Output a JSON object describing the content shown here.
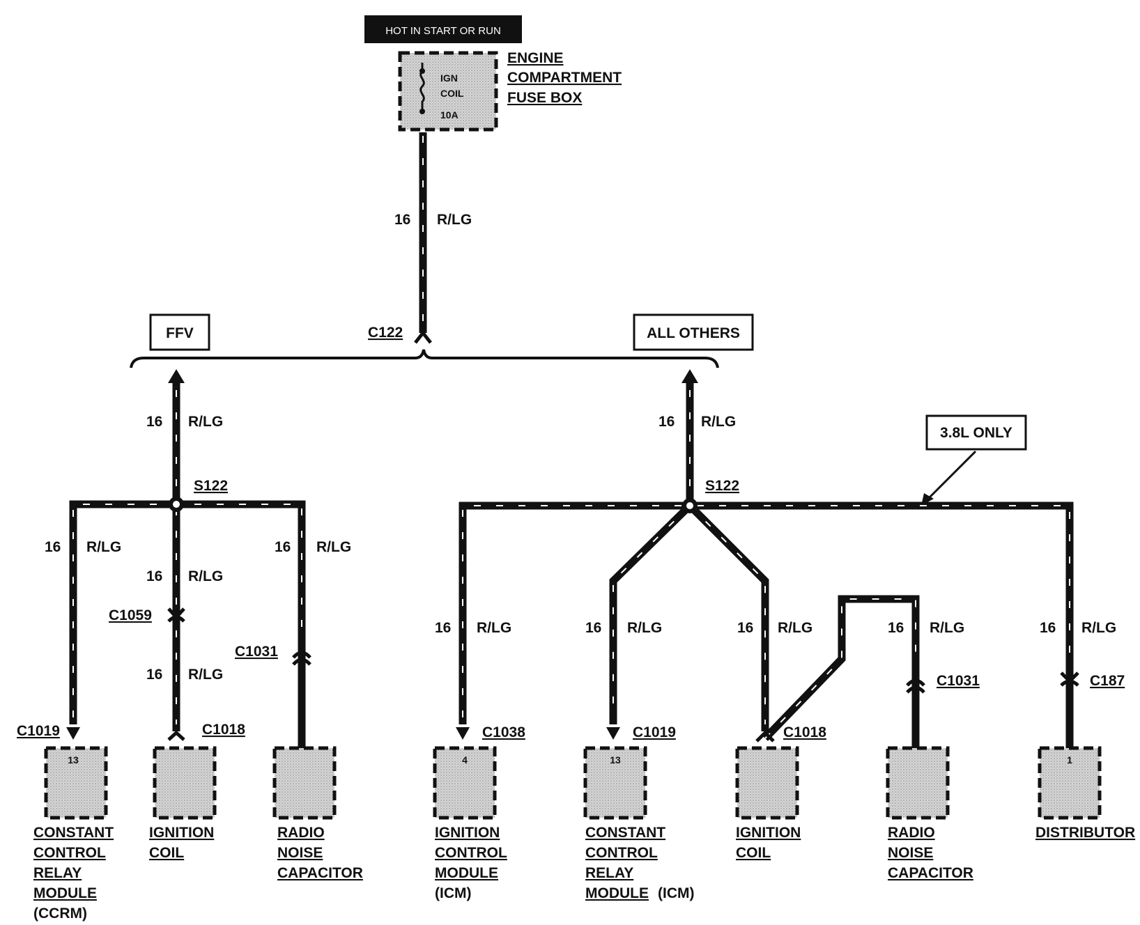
{
  "header_label": "HOT IN START OR RUN",
  "fuse": {
    "name": "IGN COIL",
    "line1": "IGN",
    "line2": "COIL",
    "rating": "10A"
  },
  "fuse_box": {
    "line1": "ENGINE",
    "line2": "COMPARTMENT",
    "line3": "FUSE BOX"
  },
  "wire": {
    "gauge": "16",
    "color": "R/LG"
  },
  "connectors": {
    "c122": "C122",
    "c1059": "C1059",
    "c1031": "C1031",
    "c1019": "C1019",
    "c1018": "C1018",
    "c1038": "C1038",
    "c187": "C187"
  },
  "splice": "S122",
  "tags": {
    "ffv": "FFV",
    "all_others": "ALL OTHERS",
    "only_38l": "3.8L ONLY"
  },
  "components": {
    "ccrm_left": {
      "pin": "13",
      "l1": "CONSTANT",
      "l2": "CONTROL",
      "l3": "RELAY",
      "l4": "MODULE",
      "l5": "(CCRM)"
    },
    "coil_left": {
      "l1": "IGNITION",
      "l2": "COIL"
    },
    "cap_left": {
      "l1": "RADIO",
      "l2": "NOISE",
      "l3": "CAPACITOR"
    },
    "icm": {
      "pin": "4",
      "l1": "IGNITION",
      "l2": "CONTROL",
      "l3": "MODULE",
      "l4": "(ICM)"
    },
    "ccrm_right": {
      "pin": "13",
      "l1": "CONSTANT",
      "l2": "CONTROL",
      "l3": "RELAY",
      "l4": "MODULE",
      "l4b": "(ICM)"
    },
    "coil_right": {
      "l1": "IGNITION",
      "l2": "COIL"
    },
    "cap_right": {
      "l1": "RADIO",
      "l2": "NOISE",
      "l3": "CAPACITOR"
    },
    "distributor": {
      "pin": "1",
      "l1": "DISTRIBUTOR"
    }
  },
  "colors": {
    "ink": "#111111",
    "component_fill": "#c9c9c9",
    "header_bg": "#111111"
  }
}
